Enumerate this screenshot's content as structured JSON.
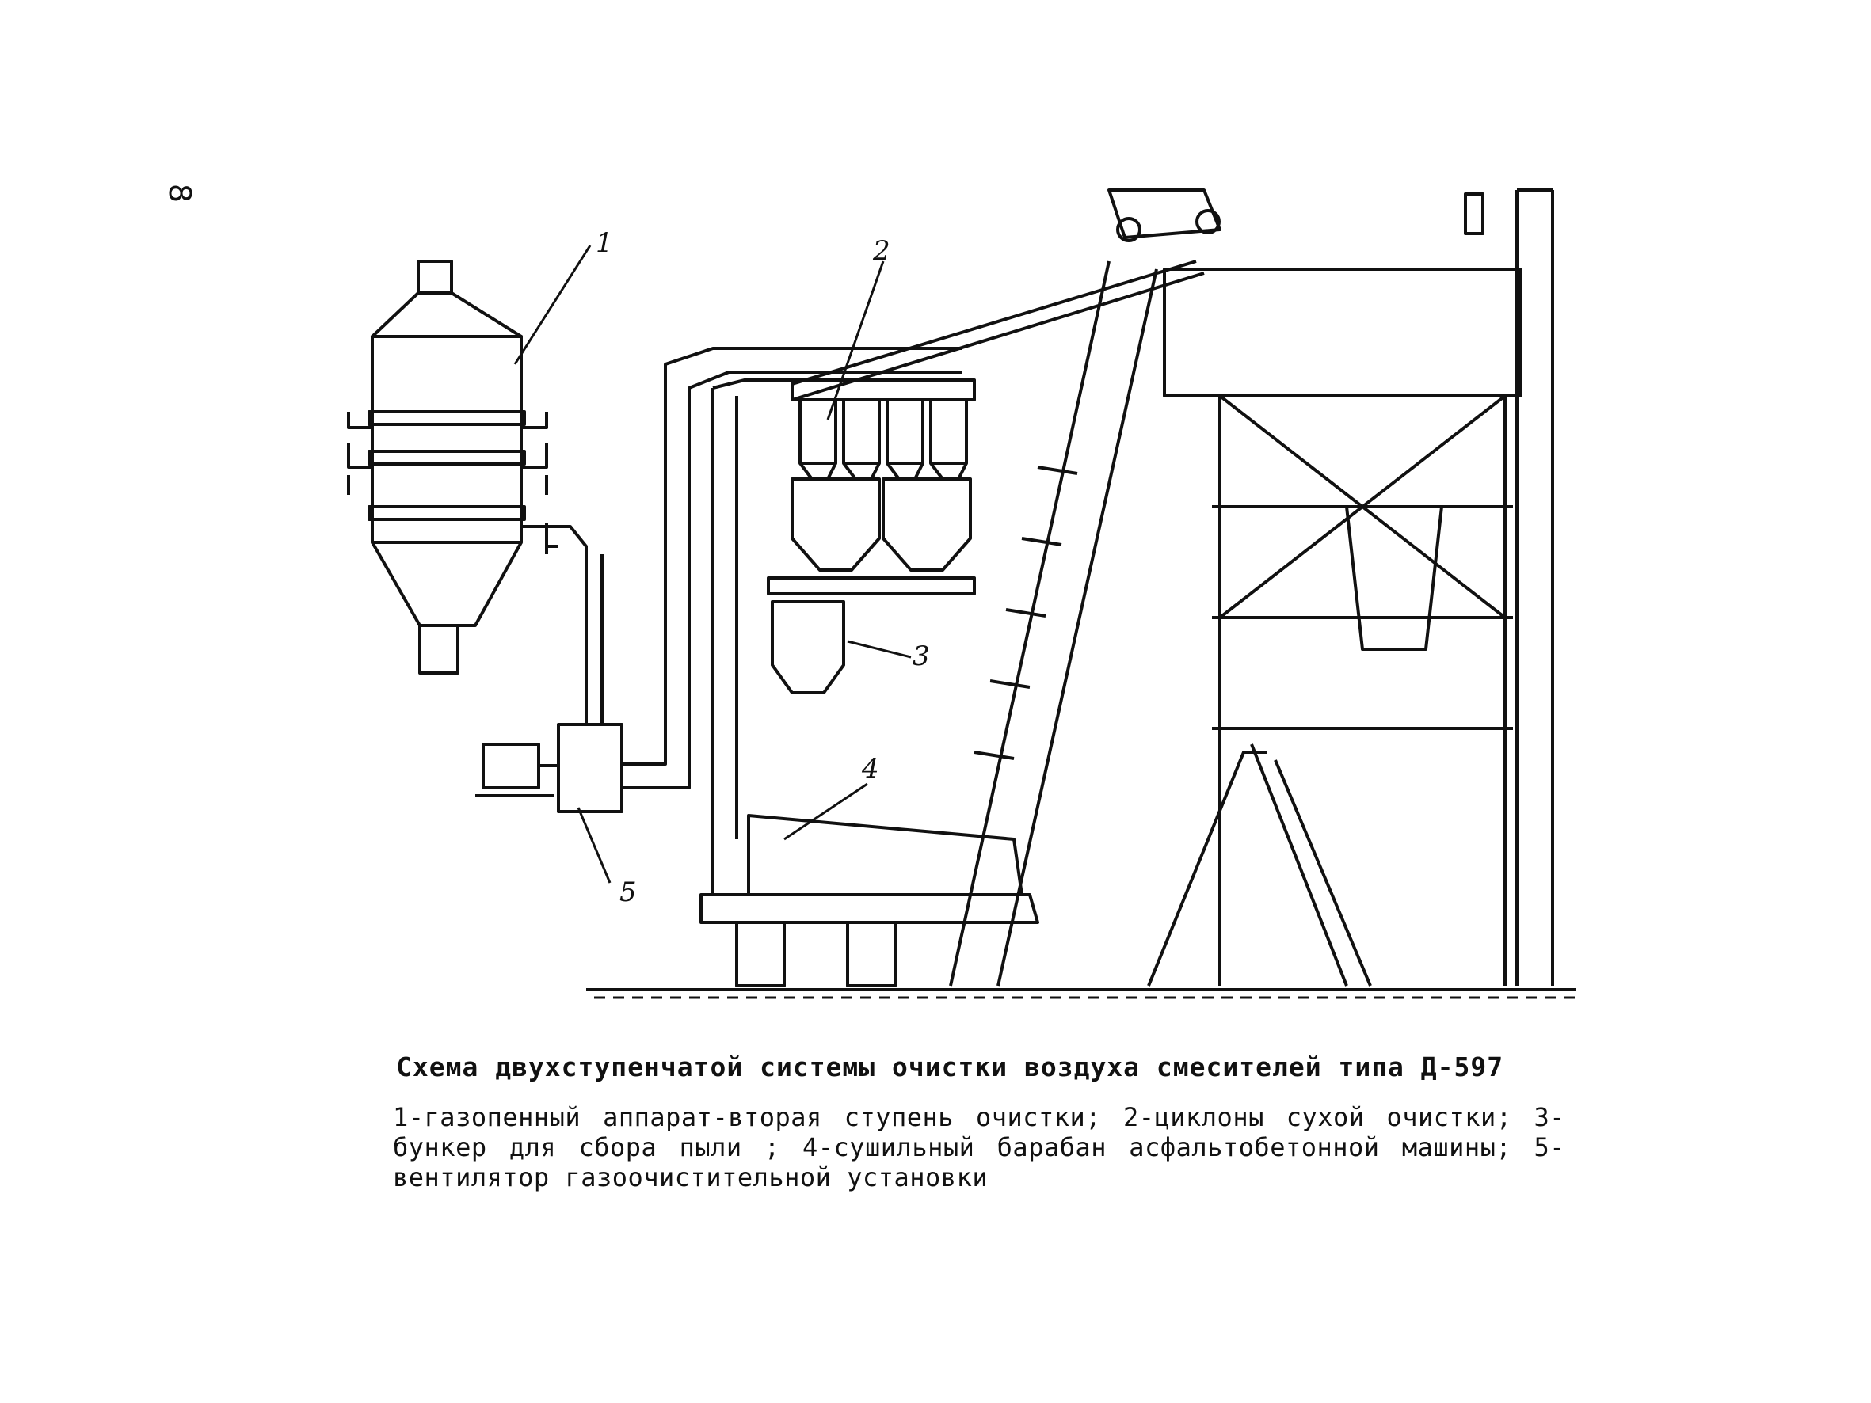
{
  "page_number": "8",
  "callouts": [
    "1",
    "2",
    "3",
    "4",
    "5"
  ],
  "caption": {
    "title": "Схема двухступенчатой системы очистки воздуха смесителей типа Д-597",
    "legend": "1-газопенный аппарат-вторая ступень очистки; 2-циклоны сухой очистки; 3- бункер для сбора пыли ; 4-сушильный барабан асфальтобетонной машины; 5-вентилятор газоочистительной установки"
  }
}
